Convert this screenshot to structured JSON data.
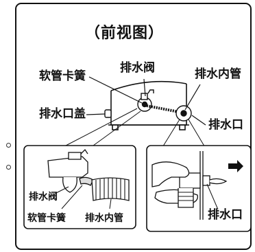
{
  "title": "（前视图）",
  "labels": {
    "hose_clamp": "软管卡簧",
    "drain_valve": "排水阀",
    "drain_inner_pipe": "排水内管",
    "drain_cap": "排水口盖",
    "drain_outlet": "排水口"
  },
  "detail_left": {
    "drain_valve": "排水阀",
    "hose_clamp": "软管卡簧",
    "drain_inner_pipe": "排水内管"
  },
  "detail_right": {
    "drain_outlet": "排水口"
  }
}
